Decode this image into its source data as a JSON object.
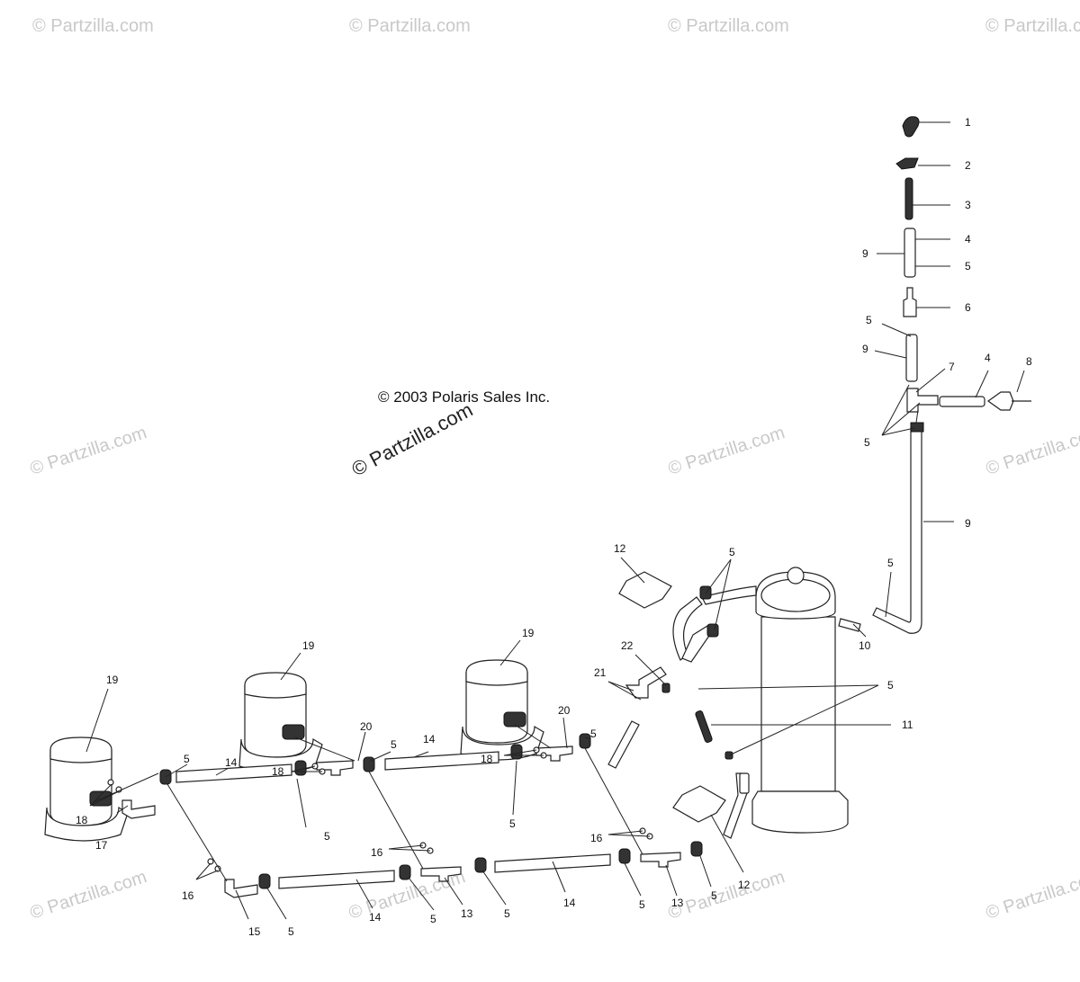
{
  "copyright": "© 2003 Polaris Sales Inc.",
  "watermark_center": "© Partzilla.com",
  "watermark_tile": "© Partzilla.com",
  "callouts": {
    "c1": "1",
    "c2": "2",
    "c3": "3",
    "c4a": "4",
    "c5a": "5",
    "c9a": "9",
    "c6": "6",
    "c5b": "5",
    "c9b": "9",
    "c7": "7",
    "c4b": "4",
    "c8": "8",
    "c5c": "5",
    "c9c": "9",
    "c5d": "5",
    "c10": "10",
    "c12a": "12",
    "c5e": "5",
    "c22": "22",
    "c21": "21",
    "c5f": "5",
    "c11": "11",
    "c19a": "19",
    "c19b": "19",
    "c19c": "19",
    "c20a": "20",
    "c20b": "20",
    "c5g": "5",
    "c14a": "14",
    "c5h": "5",
    "c14b": "14",
    "c18a": "18",
    "c18b": "18",
    "c18c": "18",
    "c5i": "5",
    "c5j": "5",
    "c5k": "5",
    "c17": "17",
    "c16a": "16",
    "c16b": "16",
    "c16c": "16",
    "c12b": "12",
    "c15": "15",
    "c5l": "5",
    "c14c": "14",
    "c5m": "5",
    "c13a": "13",
    "c5n": "5",
    "c14d": "14",
    "c5o": "5",
    "c13b": "13",
    "c5p": "5"
  }
}
